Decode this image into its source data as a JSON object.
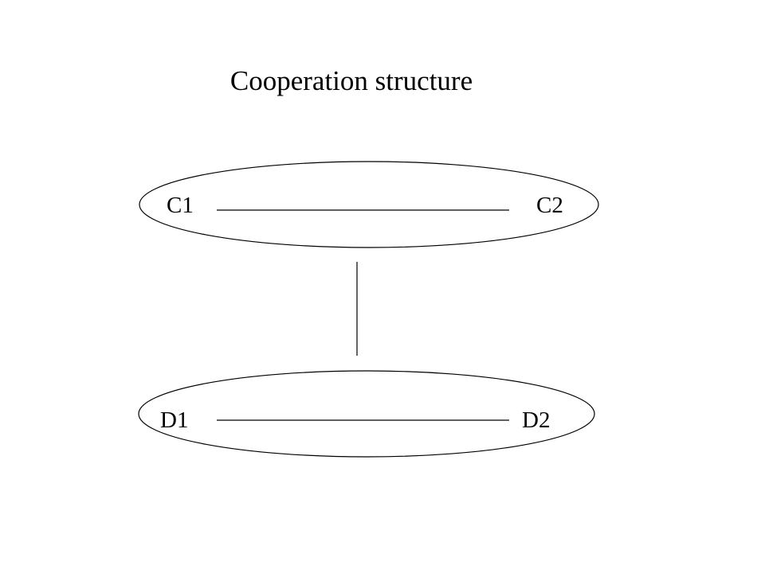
{
  "diagram": {
    "title": "Cooperation structure",
    "groups": [
      {
        "left_node": "C1",
        "right_node": "C2"
      },
      {
        "left_node": "D1",
        "right_node": "D2"
      }
    ]
  },
  "colors": {
    "background": "#ffffff",
    "stroke": "#000000",
    "text": "#000000"
  }
}
